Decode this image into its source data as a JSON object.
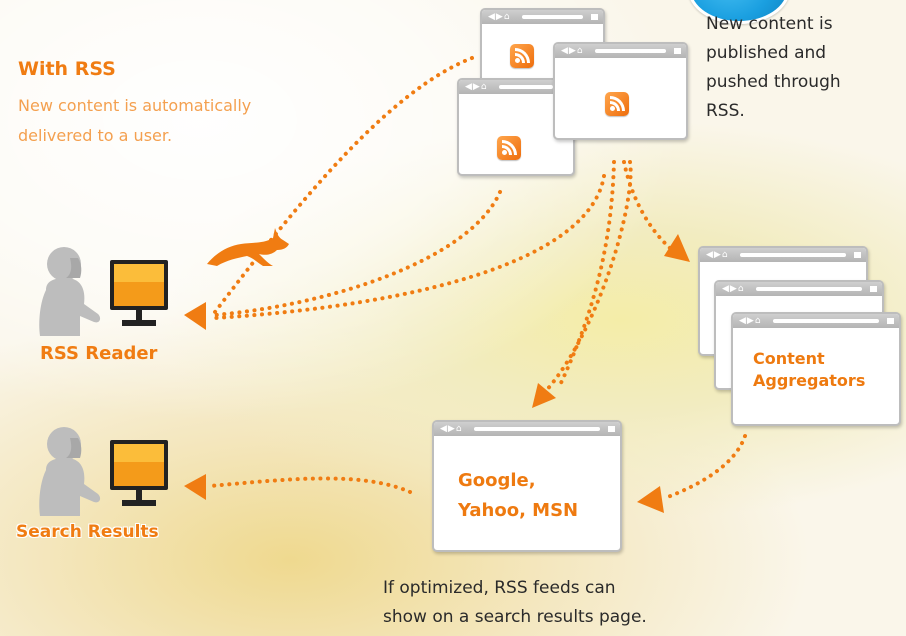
{
  "with_rss": {
    "heading": "With RSS",
    "description_line1": "New content is automatically",
    "description_line2": "delivered to a user."
  },
  "publish_note": {
    "line1": "New content is",
    "line2": "published and",
    "line3": "pushed through",
    "line4": "RSS."
  },
  "rss_reader": {
    "label": "RSS Reader"
  },
  "search_results": {
    "label": "Search Results"
  },
  "aggregators": {
    "line1": "Content",
    "line2": "Aggregators"
  },
  "search_engines": {
    "line1": "Google,",
    "line2": "Yahoo, MSN"
  },
  "footer_note": {
    "line1": "If optimized, RSS feeds can",
    "line2": "show on a search results page."
  },
  "browser_nav_glyphs": "◀▶⌂",
  "colors": {
    "accent_orange": "#f07c12",
    "dark_text": "#2a2a2a",
    "window_border": "#bdbdbd",
    "badge_blue": "#1a9fe0"
  },
  "icons": [
    "rss-feed-icon",
    "person-silhouette-icon",
    "computer-monitor-icon",
    "rabbit-icon",
    "browser-window-icon"
  ]
}
